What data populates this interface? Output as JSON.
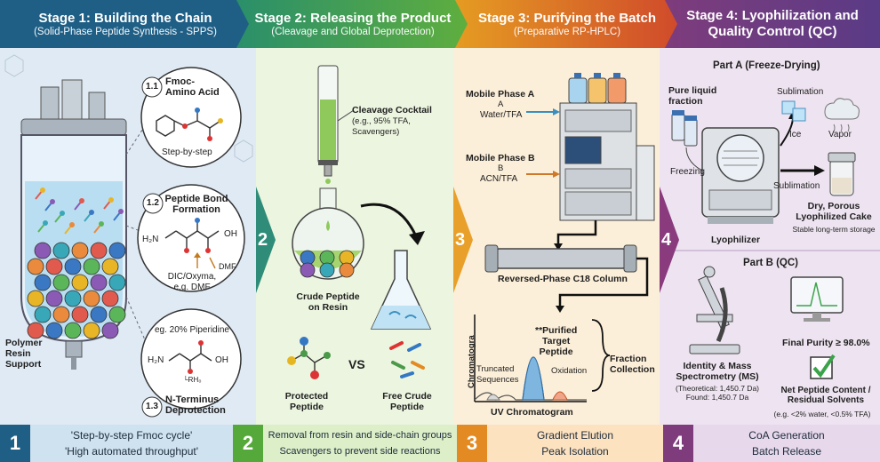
{
  "stages": [
    {
      "title": "Stage 1: Building the Chain",
      "subtitle": "(Solid-Phase Peptide Synthesis - SPPS)"
    },
    {
      "title": "Stage 2: Releasing the Product",
      "subtitle": "(Cleavage and Global Deprotection)"
    },
    {
      "title": "Stage 3: Purifying the Batch",
      "subtitle": "(Preparative RP-HPLC)"
    },
    {
      "title": "Stage 4: Lyophilization and",
      "title2": "Quality Control (QC)"
    }
  ],
  "stage_numbers": [
    "1",
    "2",
    "3",
    "4"
  ],
  "stage1": {
    "step1_num": "1.1",
    "step1_label": "Fmoc-\nAmino Acid",
    "step1_sub": "Step-by-step",
    "step2_num": "1.2",
    "step2_label": "Peptide Bond\nFormation",
    "step2_sub": "DIC/Oxyma,\ne.g. DMF",
    "step2_dmf": "DMF",
    "step2_h2n": "H₂N",
    "step2_oh": "OH",
    "step3_num": "1.3",
    "step3_top": "eg. 20% Piperidine",
    "step3_label": "N-Terminus\nDeprotection",
    "step3_h2n": "H₂N",
    "step3_oh": "OH",
    "step3_frag": "└RH₀",
    "resin_label": "Polymer\nResin\nSupport"
  },
  "stage2": {
    "cocktail": "Cleavage Cocktail",
    "cocktail_sub": "(e.g., 95% TFA,\nScavengers)",
    "crude_resin": "Crude Peptide\non Resin",
    "protected": "Protected\nPeptide",
    "vs": "VS",
    "free": "Free Crude\nPeptide"
  },
  "stage3": {
    "mpa_title": "Mobile Phase A",
    "mpa_a": "A",
    "mpa_sub": "Water/TFA",
    "mpb_title": "Mobile Phase B",
    "mpb_b": "B",
    "mpb_sub": "ACN/TFA",
    "column": "Reversed-Phase C18 Column",
    "y_axis": "Chromatogra",
    "purified": "**Purified\nTarget\nPeptide",
    "truncated": "Truncated\nSequences",
    "oxidation": "Oxidation",
    "fraction": "Fraction\nCollection",
    "uv": "UV Chromatogram"
  },
  "stage4": {
    "partA": "Part A (Freeze-Drying)",
    "pure": "Pure liquid\nfraction",
    "sublimation1": "Sublimation",
    "ice": "Ice",
    "vapor": "Vapor",
    "freezing": "Freezing",
    "sublimation2": "Sublimation",
    "lyophilizer": "Lyophilizer",
    "cake": "Dry, Porous\nLyophilized Cake",
    "cake_sub": "Stable long-term storage",
    "partB": "Part B (QC)",
    "purity": "Final Purity ≥ 98.0%",
    "ms": "Identity & Mass\nSpectrometry (MS)",
    "ms_sub": "(Theoretical: 1,450.7 Da)\nFound: 1,450.7 Da",
    "content": "Net Peptide Content /\nResidual Solvents",
    "content_sub": "(e.g. <2% water, <0.5% TFA)"
  },
  "footer": [
    {
      "num": "1",
      "line1": "'Step-by-step Fmoc cycle'",
      "line2": "'High automated throughput'"
    },
    {
      "num": "2",
      "line1": "Removal from resin and side-chain groups",
      "line2": "Scavengers to prevent side reactions"
    },
    {
      "num": "3",
      "line1": "Gradient Elution",
      "line2": "Peak Isolation"
    },
    {
      "num": "4",
      "line1": "CoA Generation",
      "line2": "Batch Release"
    }
  ],
  "colors": {
    "stage1": "#1f5f86",
    "stage2": "#55a83a",
    "stage3": "#e38a23",
    "stage4": "#7e3c7c"
  }
}
